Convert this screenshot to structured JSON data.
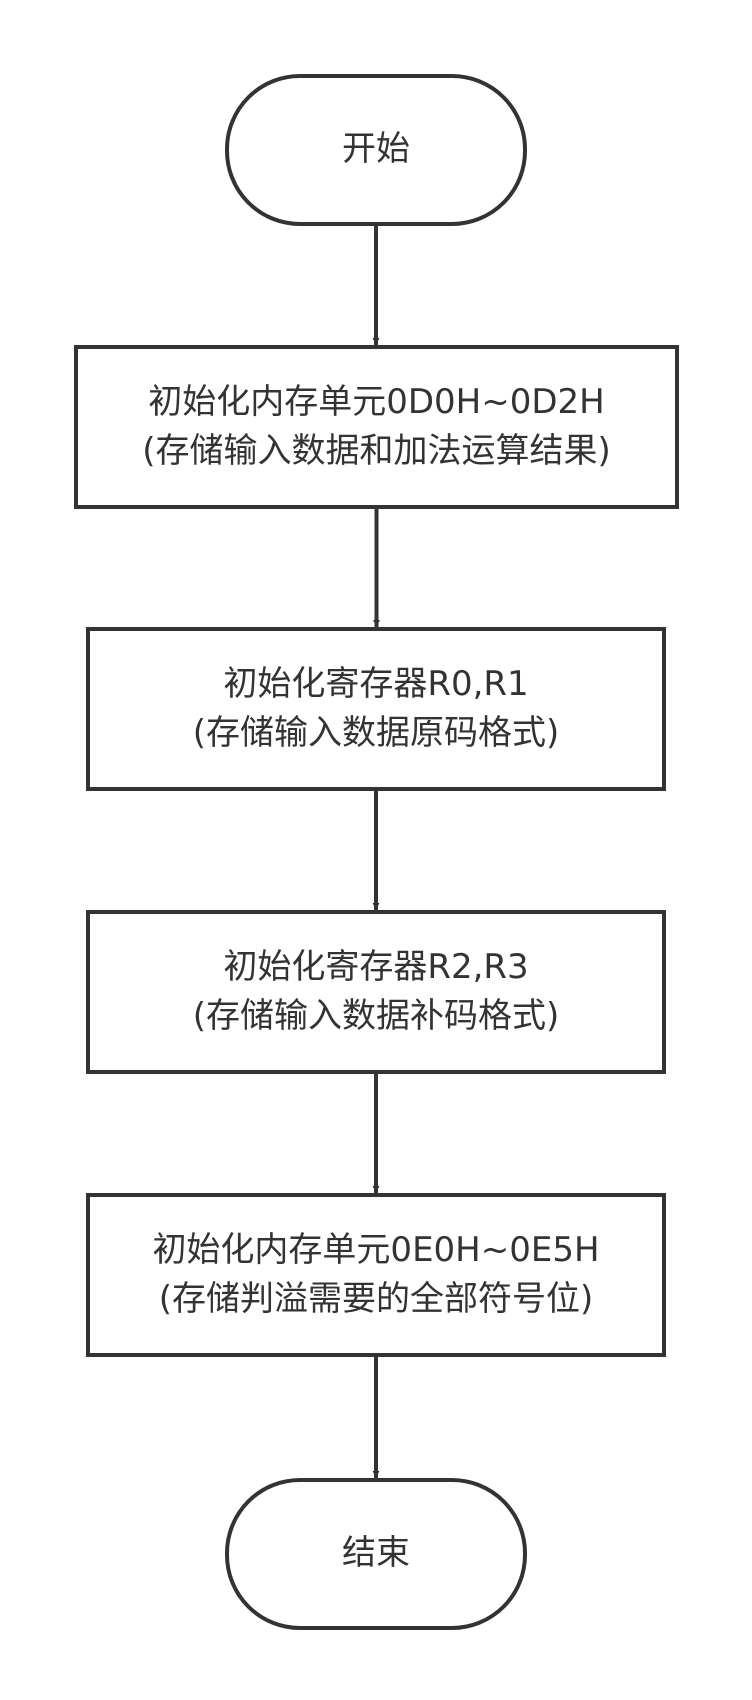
{
  "diagram": {
    "colors": {
      "stroke": "#333333",
      "fill": "#ffffff",
      "text": "#333333"
    },
    "nodes": [
      {
        "id": "start",
        "shape": "terminal",
        "lines": [
          "开始"
        ]
      },
      {
        "id": "init-memory-0d0h",
        "shape": "process",
        "lines": [
          "初始化内存单元0D0H~0D2H",
          "(存储输入数据和加法运算结果)"
        ]
      },
      {
        "id": "init-registers-r0-r1",
        "shape": "process",
        "lines": [
          "初始化寄存器R0,R1",
          "(存储输入数据原码格式)"
        ]
      },
      {
        "id": "init-registers-r2-r3",
        "shape": "process",
        "lines": [
          "初始化寄存器R2,R3",
          "(存储输入数据补码格式)"
        ]
      },
      {
        "id": "init-memory-0e0h",
        "shape": "process",
        "lines": [
          "初始化内存单元0E0H~0E5H",
          "(存储判溢需要的全部符号位)"
        ]
      },
      {
        "id": "end",
        "shape": "terminal",
        "lines": [
          "结束"
        ]
      }
    ],
    "edges": [
      {
        "from": "start",
        "to": "init-memory-0d0h"
      },
      {
        "from": "init-memory-0d0h",
        "to": "init-registers-r0-r1"
      },
      {
        "from": "init-registers-r0-r1",
        "to": "init-registers-r2-r3"
      },
      {
        "from": "init-registers-r2-r3",
        "to": "init-memory-0e0h"
      },
      {
        "from": "init-memory-0e0h",
        "to": "end"
      }
    ]
  }
}
